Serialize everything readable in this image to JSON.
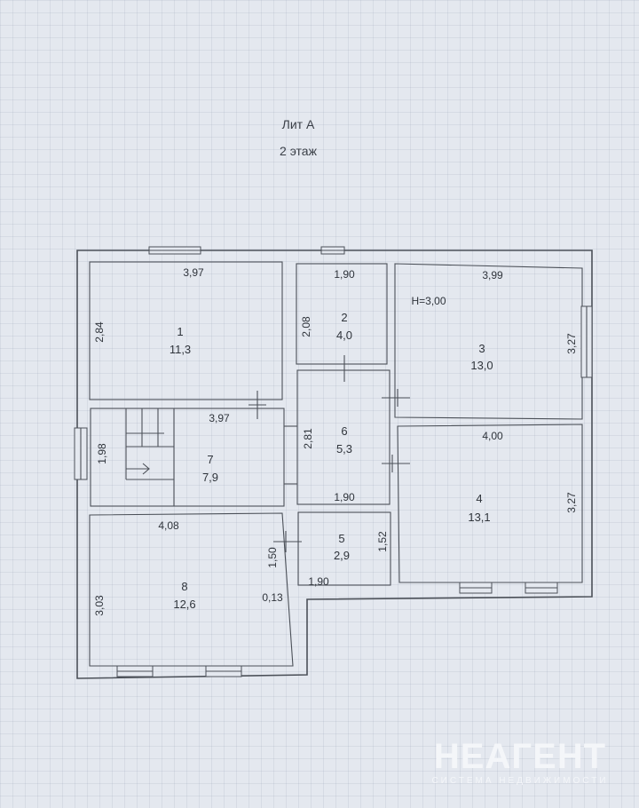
{
  "header": {
    "lit": "Лит А",
    "floor": "2 этаж"
  },
  "rooms": [
    {
      "id": "1",
      "number": "1",
      "area": "11,3",
      "width": "3,97",
      "depth": "2,84"
    },
    {
      "id": "2",
      "number": "2",
      "area": "4,0",
      "width": "1,90",
      "depth": "2,08"
    },
    {
      "id": "3",
      "number": "3",
      "area": "13,0",
      "width": "3,99",
      "depth": "3,27",
      "height": "H=3,00"
    },
    {
      "id": "4",
      "number": "4",
      "area": "13,1",
      "width": "4,00",
      "depth": "3,27"
    },
    {
      "id": "5",
      "number": "5",
      "area": "2,9",
      "width": "1,90",
      "depth": "1,52",
      "depth2": "1,50"
    },
    {
      "id": "6",
      "number": "6",
      "area": "5,3",
      "width": "1,90",
      "depth": "2,81"
    },
    {
      "id": "7",
      "number": "7",
      "area": "7,9",
      "width": "3,97",
      "depth": "1,98"
    },
    {
      "id": "8",
      "number": "8",
      "area": "12,6",
      "width": "4,08",
      "depth": "3,03",
      "extra": "0,13"
    }
  ],
  "watermark": {
    "brand": "НЕАГЕНТ",
    "tagline": "СИСТЕМА НЕДВИЖИМОСТИ"
  }
}
